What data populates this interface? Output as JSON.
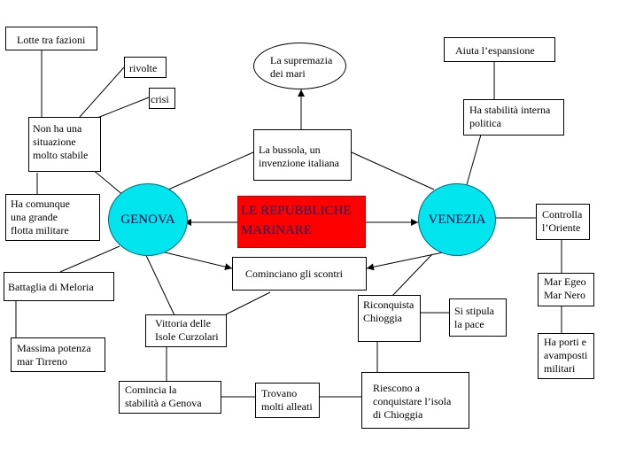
{
  "center": {
    "line1": "LE REPUBBLICHE",
    "line2": "MARINARE"
  },
  "genova": "GENOVA",
  "venezia": "VENEZIA",
  "supremazia": {
    "line1": "La supremazia",
    "line2": "dei mari"
  },
  "bussola": {
    "line1": "La bussola, un",
    "line2": "invenzione italiana"
  },
  "cominciano": "Cominciano gli scontri",
  "lotte": "Lotte tra fazioni",
  "rivolte": "rivolte",
  "crisi": "crisi",
  "situazione": {
    "line1": "Non ha una",
    "line2": "situazione",
    "line3": "molto stabile"
  },
  "flotta": {
    "line1": "Ha comunque",
    "line2": "una grande",
    "line3": "flotta militare"
  },
  "meloria": "Battaglia di Meloria",
  "tirreno": {
    "line1": "Massima potenza",
    "line2": "mar Tirreno"
  },
  "curzolari": {
    "line1": "Vittoria delle",
    "line2": "Isole Curzolari"
  },
  "stabilita_genova": {
    "line1": "Comincia la",
    "line2": "stabilità a Genova"
  },
  "alleati": {
    "line1": "Trovano",
    "line2": "molti alleati"
  },
  "isola_chioggia": {
    "line1": "Riescono a",
    "line2": "conquistare l’isola",
    "line3": "di Chioggia"
  },
  "riconquista": {
    "line1": "Riconquista",
    "line2": "Chioggia"
  },
  "pace": {
    "line1": "Si stipula",
    "line2": "la pace"
  },
  "espansione": "Aiuta l’espansione",
  "stabilita_venezia": {
    "line1": "Ha stabilità interna",
    "line2": "politica"
  },
  "oriente": {
    "line1": "Controlla",
    "line2": "l’Oriente"
  },
  "mari": {
    "line1": "Mar Egeo",
    "line2": "Mar Nero"
  },
  "porti": {
    "line1": "Ha porti e",
    "line2": "avamposti",
    "line3": "militari"
  }
}
